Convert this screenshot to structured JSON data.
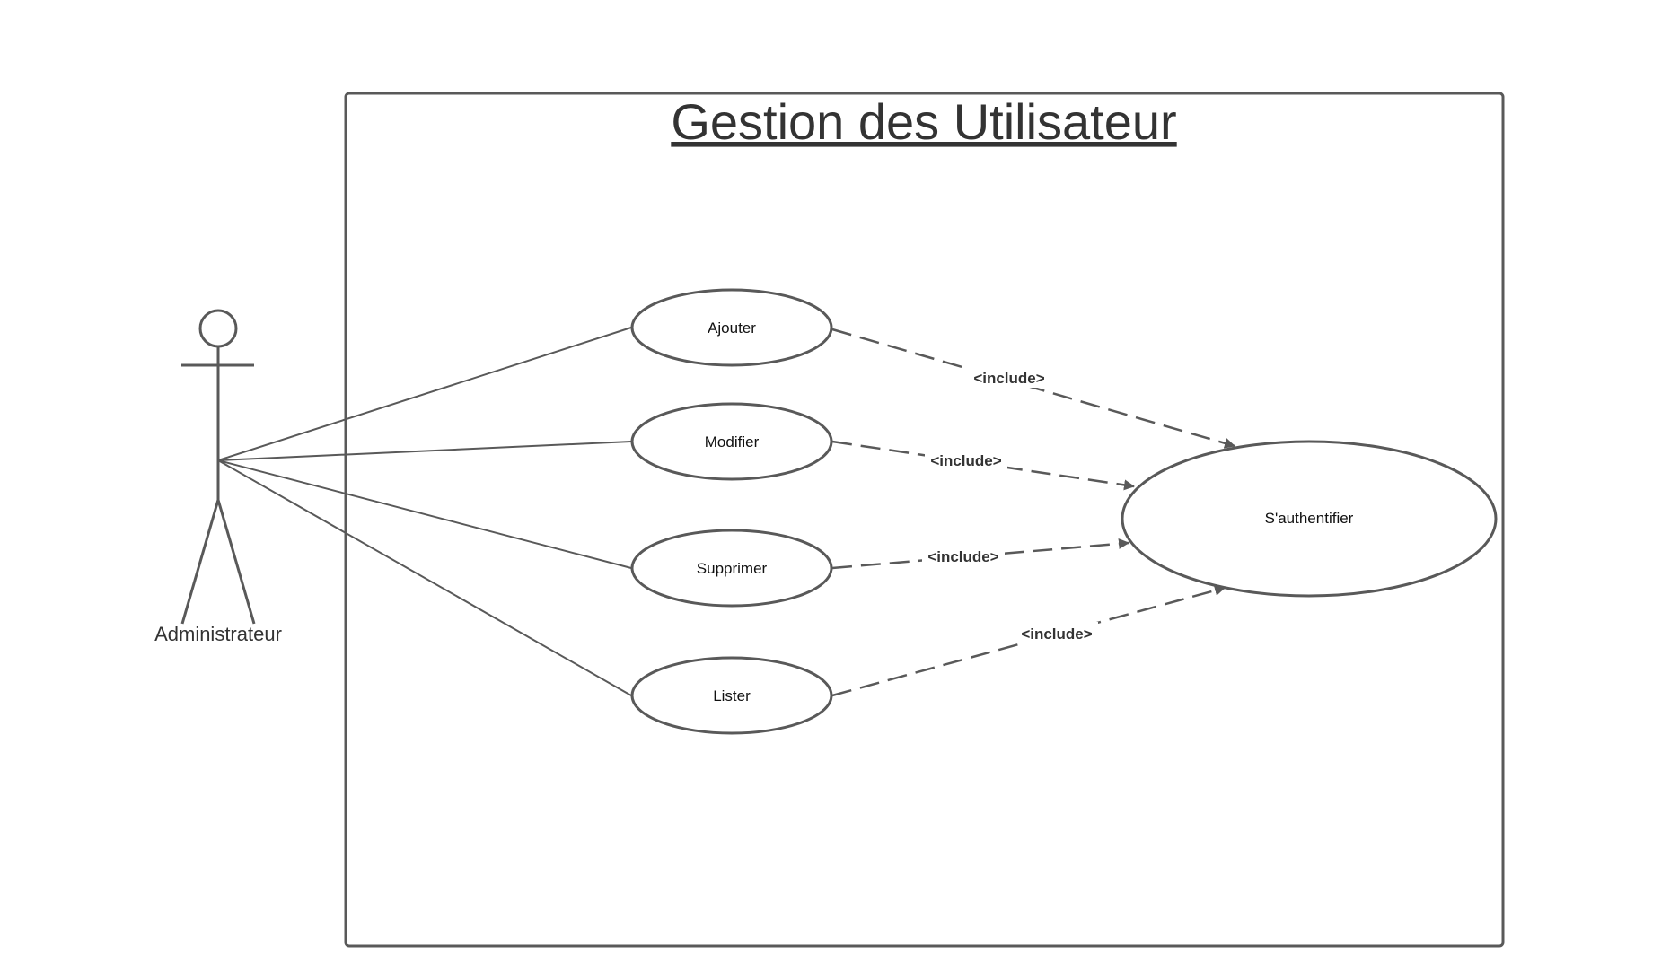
{
  "system": {
    "title": "Gestion des Utilisateur"
  },
  "actor": {
    "name": "Administrateur"
  },
  "use_cases": {
    "ajouter": "Ajouter",
    "modifier": "Modifier",
    "supprimer": "Supprimer",
    "lister": "Lister",
    "authentifier": "S'authentifier"
  },
  "relations": {
    "include_label": "<include>"
  },
  "colors": {
    "line": "#595959",
    "text": "#333333",
    "background": "#ffffff"
  }
}
